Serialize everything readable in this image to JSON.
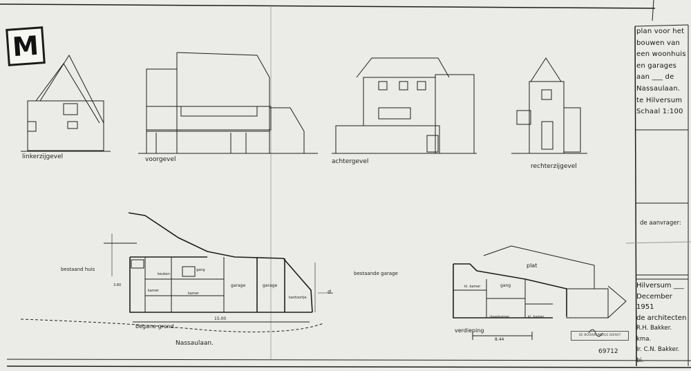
{
  "stamp": {
    "letter": "M"
  },
  "title_block": {
    "lines": [
      "plan voor het",
      "bouwen van",
      "een woonhuis",
      "en garages",
      "aan ___ de",
      "Nassaulaan.",
      "te Hilversum",
      "Schaal 1:100"
    ],
    "applicant": "de aanvrager:",
    "footer": [
      "Hilversum ___",
      "December 1951",
      "de architecten",
      "R.H. Bakker. kma.",
      "Ir. C.N. Bakker. bi."
    ]
  },
  "elevations": {
    "left": "linkerzijgevel",
    "front": "voorgevel",
    "rear": "achtergevel",
    "right": "rechterzijgevel"
  },
  "plans": {
    "existing_house": "bestaand huis",
    "existing_garage": "bestaande garage",
    "ground_floor": "begane grond.",
    "upper_floor": "verdieping",
    "street": "Nassaulaan.",
    "rooms": {
      "garage1": "garage",
      "garage2": "garage",
      "kamer1": "kamer",
      "kamer2": "kamer",
      "keuken": "keuken",
      "kantoortje": "kantoortje",
      "gang": "gang",
      "gang2": "gang",
      "kl_kamer": "kl. kamer",
      "kl_kamer2": "kl. kamer",
      "slaapkamer": "slaapkamer",
      "plat": "plat"
    },
    "dims": {
      "total": "15.00",
      "upper": "8.44",
      "h1": "3.80",
      "d1": "d."
    }
  },
  "archive": {
    "stamp": "DE BOUWKUNDIGE DIENST",
    "number": "69712"
  },
  "colors": {
    "paper": "#ebebe7",
    "ink": "#1c1c1c"
  }
}
